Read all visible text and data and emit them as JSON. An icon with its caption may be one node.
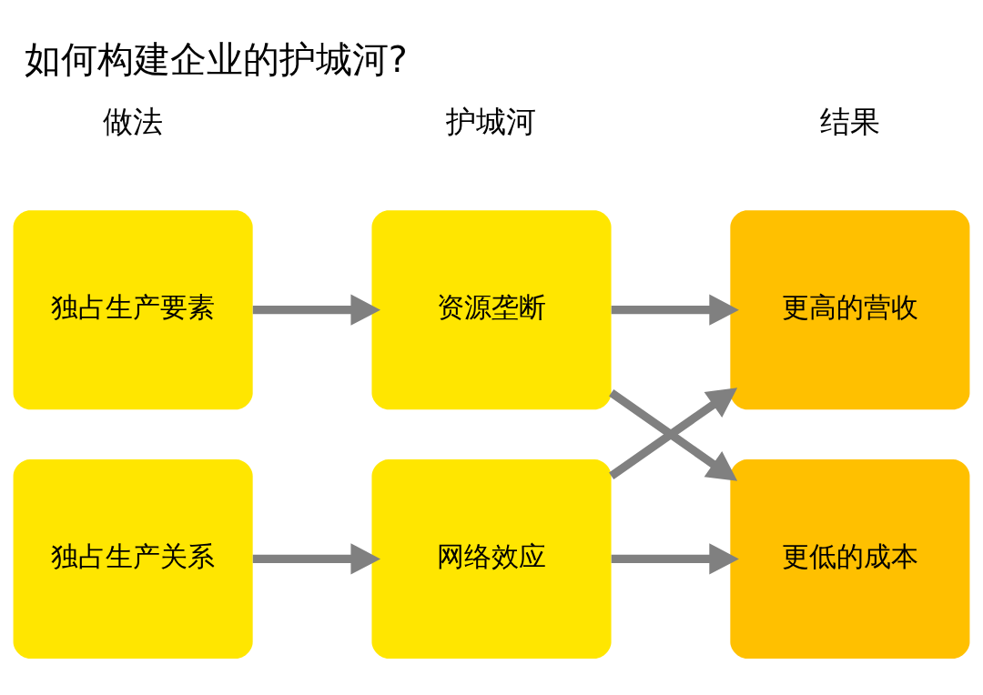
{
  "diagram": {
    "title": "如何构建企业的护城河?",
    "nodes": [
      {
        "text": [
          "独占生产要素"
        ]
      },
      {
        "text": [
          "资源垄断"
        ]
      },
      {
        "text": [
          "更高的营收"
        ]
      },
      {
        "text": [
          "独占生产关系"
        ]
      },
      {
        "text": [
          "网络效应"
        ]
      },
      {
        "text": [
          "更低的成本"
        ]
      }
    ],
    "edges": [
      {
        "from": 0,
        "to": 1,
        "arrow": "to"
      },
      {
        "from": 3,
        "to": 4,
        "arrow": "to"
      },
      {
        "from": 1,
        "to": 2,
        "arrow": "to"
      },
      {
        "from": 1,
        "to": 5,
        "arrow": "to"
      },
      {
        "from": 4,
        "to": 2,
        "arrow": "to"
      },
      {
        "from": 4,
        "to": 5,
        "arrow": "to"
      }
    ],
    "labels": [
      "做法",
      "护城河",
      "结果"
    ]
  }
}
